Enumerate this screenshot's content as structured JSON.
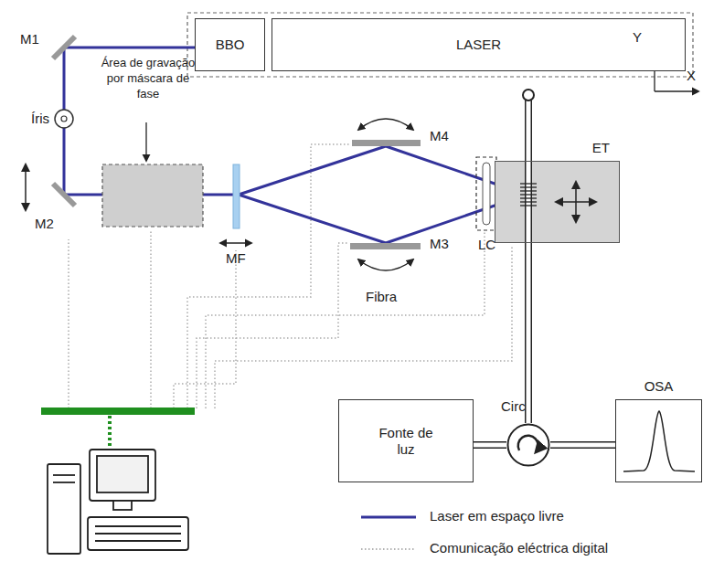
{
  "diagram": {
    "nodes": [
      {
        "text": [
          "BBO"
        ]
      },
      {
        "text": [
          "LASER"
        ]
      },
      {
        "text": [
          "ET"
        ]
      },
      {
        "text": [
          "Fonte de luz"
        ]
      },
      {
        "text": [
          "Circ"
        ]
      },
      {
        "text": [
          "OSA"
        ]
      }
    ],
    "edges": [
      {
        "from": 2,
        "to": 4,
        "arrow": "none"
      },
      {
        "from": 3,
        "to": 4,
        "arrow": "none"
      },
      {
        "from": 4,
        "to": 5,
        "arrow": "none"
      }
    ],
    "labels": [
      "M1",
      "Íris",
      "Área de gravação por máscara de fase",
      "M2",
      "MF",
      "M4",
      "M3",
      "LC",
      "Fibra",
      "Y",
      "X"
    ],
    "legend": [
      {
        "text": "Laser em espaço livre"
      },
      {
        "text": "Comunicação eléctrica digital"
      }
    ]
  }
}
